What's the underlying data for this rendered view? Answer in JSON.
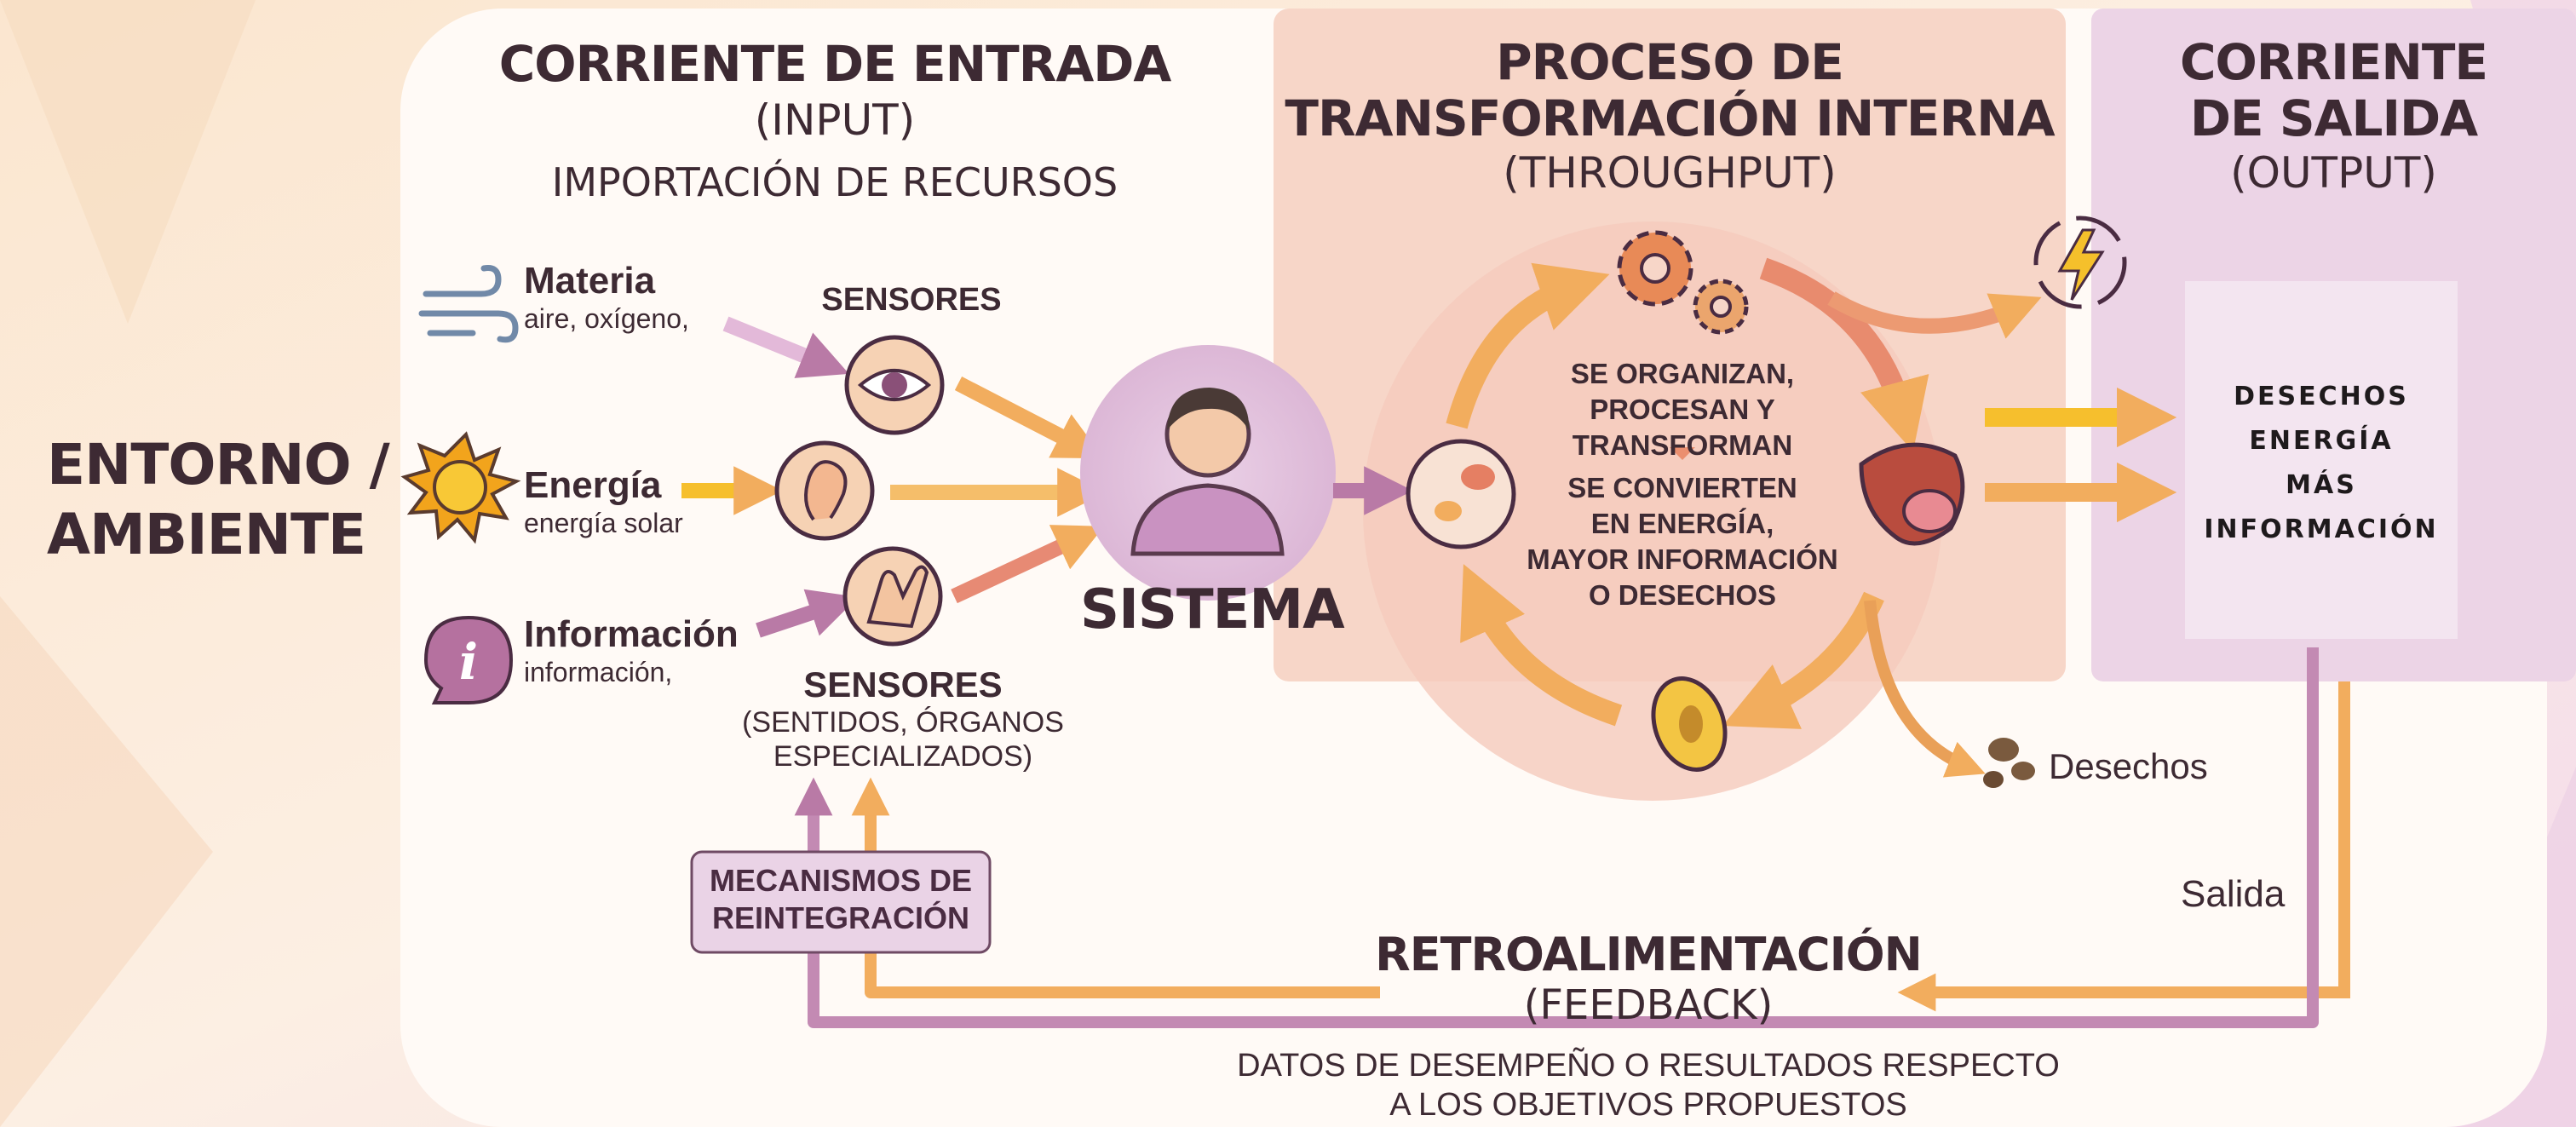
{
  "environment": {
    "label_line1": "ENTORNO /",
    "label_line2": "AMBIENTE"
  },
  "input": {
    "title": "CORRIENTE DE ENTRADA",
    "subtitle": "(INPUT)",
    "caption": "IMPORTACIÓN DE RECURSOS",
    "items": [
      {
        "name": "Materia",
        "detail": "aire, oxígeno,",
        "icon": "wind-icon"
      },
      {
        "name": "Energía",
        "detail": "energía solar",
        "icon": "sun-icon"
      },
      {
        "name": "Información",
        "detail": "información,",
        "icon": "info-icon"
      }
    ]
  },
  "sensors": {
    "top_label": "SENSORES",
    "bottom_label": "SENSORES",
    "bottom_detail_line1": "(SENTIDOS, ÓRGANOS",
    "bottom_detail_line2": "ESPECIALIZADOS)",
    "icons": [
      "eye-icon",
      "ear-icon",
      "hand-icon"
    ]
  },
  "system": {
    "label": "SISTEMA",
    "icon": "person-icon"
  },
  "throughput": {
    "title_line1": "PROCESO DE",
    "title_line2": "TRANSFORMACIÓN INTERNA",
    "subtitle": "(THROUGHPUT)",
    "text_top_line1": "SE ORGANIZAN,",
    "text_top_line2": "PROCESAN Y TRANSFORMAN",
    "text_bottom_line1": "SE CONVIERTEN",
    "text_bottom_line2": "EN ENERGÍA,",
    "text_bottom_line3": "MAYOR INFORMACIÓN",
    "text_bottom_line4": "O DESECHOS",
    "icons": [
      "gears-icon",
      "cell-icon",
      "liver-icon",
      "bacteria-icon"
    ]
  },
  "output": {
    "title_line1": "CORRIENTE",
    "title_line2": "DE SALIDA",
    "subtitle": "(OUTPUT)",
    "box_line1": "DESECHOS",
    "box_line2": "ENERGÍA",
    "box_line3": "MÁS",
    "box_line4": "INFORMACIÓN",
    "waste_label": "Desechos",
    "exit_label": "Salida",
    "icons": [
      "energy-cycle-icon",
      "waste-icon"
    ]
  },
  "feedback": {
    "title": "RETROALIMENTACIÓN",
    "subtitle": "(FEEDBACK)",
    "caption_line1": "DATOS DE DESEMPEÑO O RESULTADOS RESPECTO",
    "caption_line2": "A LOS OBJETIVOS PROPUESTOS",
    "reintegration_line1": "MECANISMOS DE",
    "reintegration_line2": "REINTEGRACIÓN"
  },
  "colors": {
    "background": "#fbeedd",
    "panel_white": "#fffaf6",
    "throughput_panel": "#f7d6c8",
    "output_panel": "#ecd4e6",
    "arrow_orange": "#f2ad5e",
    "arrow_purple": "#b97aa6",
    "text_dark": "#3d2a33"
  }
}
